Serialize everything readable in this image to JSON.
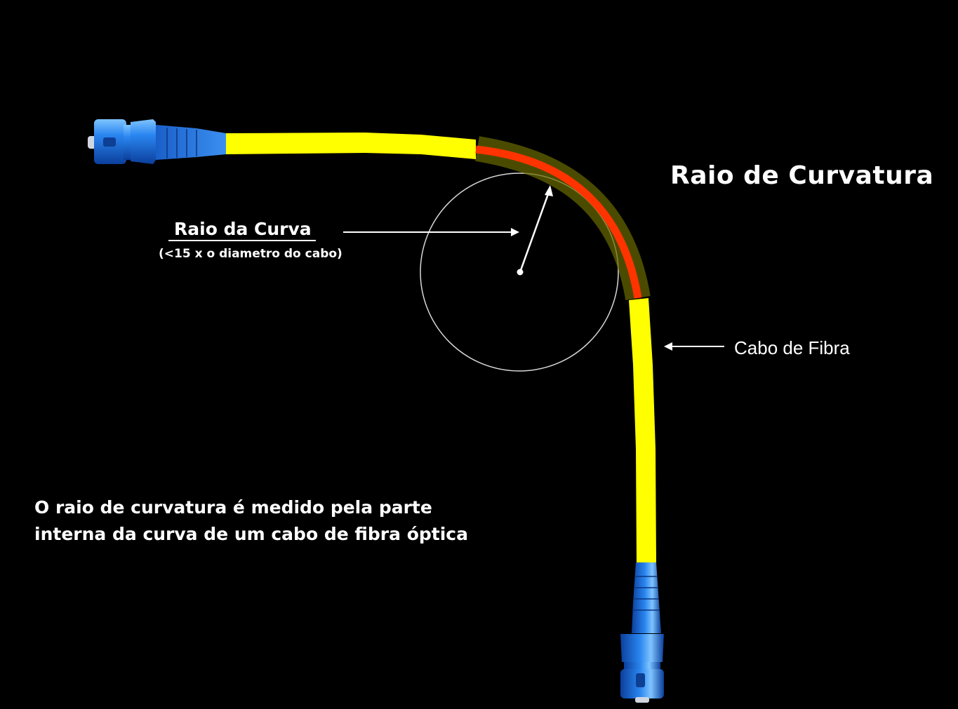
{
  "title": "Raio de Curvatura",
  "bend_radius_label": "Raio da Curva",
  "bend_radius_note": "(<15 x o diametro do cabo)",
  "cable_label": "Cabo de Fibra",
  "caption": {
    "line1": "O raio de curvatura é medido pela parte",
    "line2": "interna da curva de um cabo de fibra óptica"
  },
  "colors": {
    "background": "#000000",
    "cable": "#ffff00",
    "bend_zone": "#ff3300",
    "connector": "#1a6fe0",
    "annotation": "#ffffff"
  }
}
